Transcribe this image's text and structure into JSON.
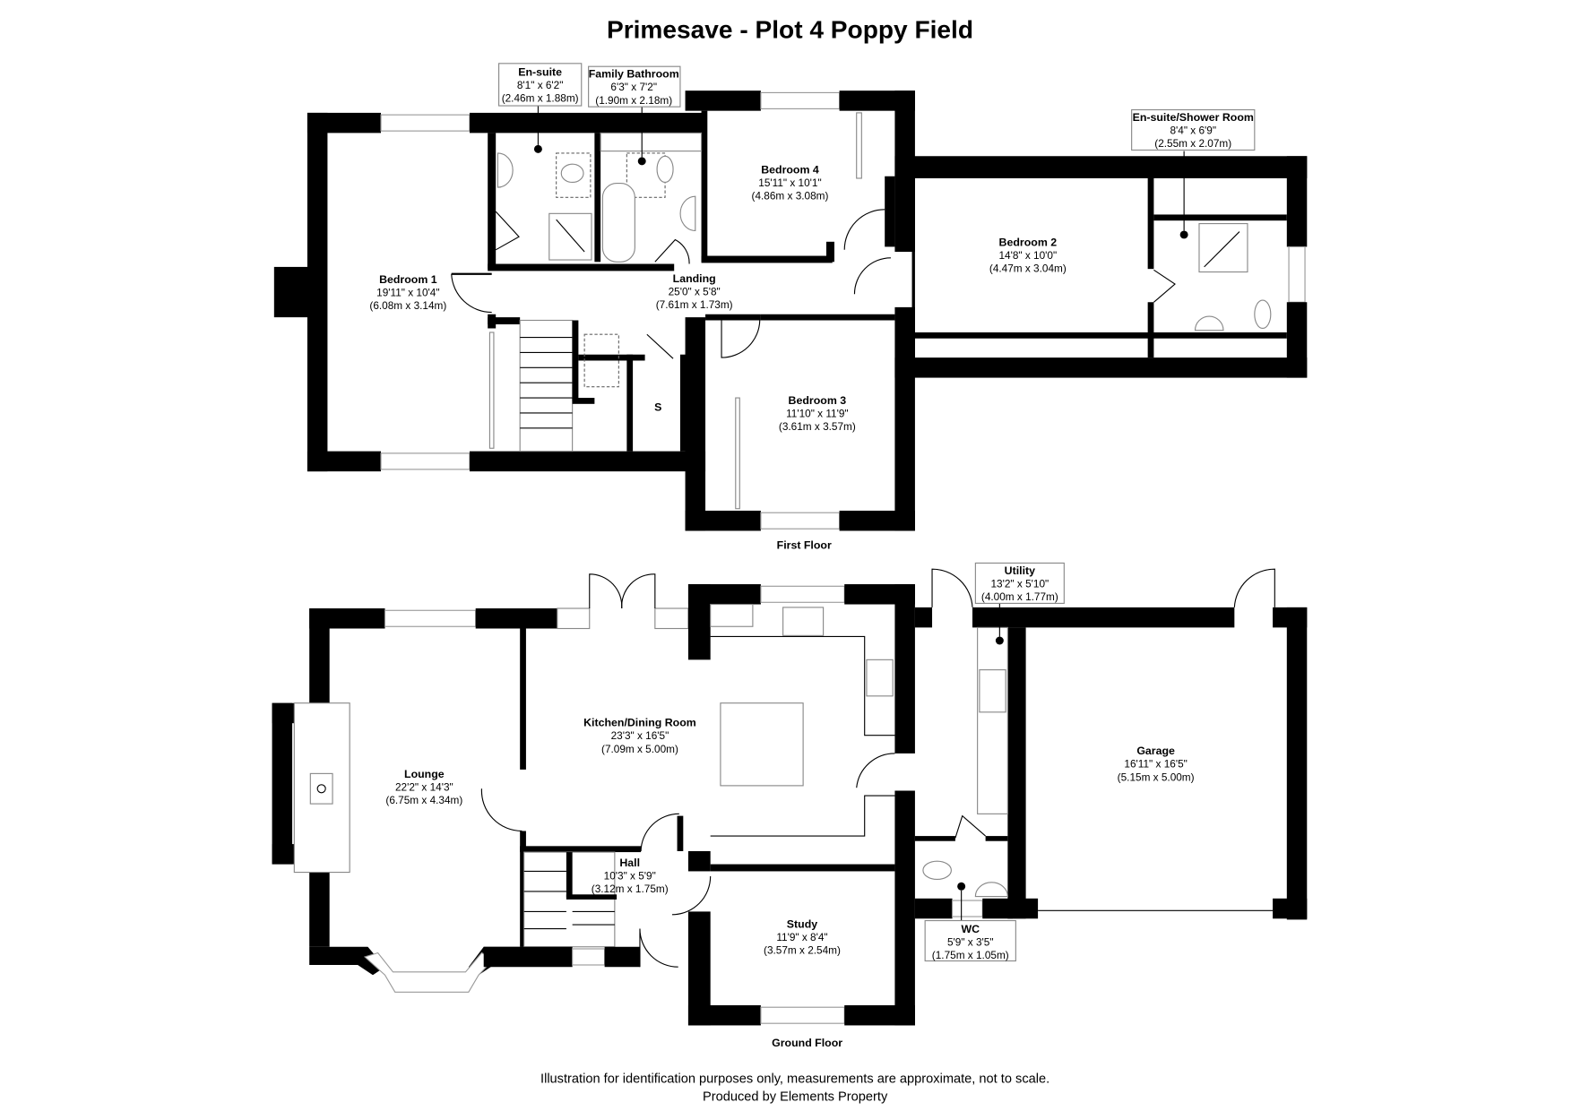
{
  "title": "Primesave - Plot 4 Poppy Field",
  "first_floor": {
    "label": "First Floor",
    "rooms": [
      {
        "name": "Bedroom 1",
        "imperial": "19'11\" x 10'4\"",
        "metric": "(6.08m x 3.14m)"
      },
      {
        "name": "En-suite",
        "imperial": "8'1\" x 6'2\"",
        "metric": "(2.46m x 1.88m)"
      },
      {
        "name": "Family Bathroom",
        "imperial": "6'3\" x 7'2\"",
        "metric": "(1.90m x 2.18m)"
      },
      {
        "name": "Bedroom 4",
        "imperial": "15'11\" x 10'1\"",
        "metric": "(4.86m x 3.08m)"
      },
      {
        "name": "Landing",
        "imperial": "25'0\" x 5'8\"",
        "metric": "(7.61m x 1.73m)"
      },
      {
        "name": "Bedroom 2",
        "imperial": "14'8\" x 10'0\"",
        "metric": "(4.47m x 3.04m)"
      },
      {
        "name": "En-suite/Shower Room",
        "imperial": "8'4\" x 6'9\"",
        "metric": "(2.55m x 2.07m)"
      },
      {
        "name": "Bedroom 3",
        "imperial": "11'10\" x 11'9\"",
        "metric": "(3.61m x 3.57m)"
      }
    ],
    "store_label": "S"
  },
  "ground_floor": {
    "label": "Ground Floor",
    "rooms": [
      {
        "name": "Lounge",
        "imperial": "22'2\" x 14'3\"",
        "metric": "(6.75m x 4.34m)"
      },
      {
        "name": "Kitchen/Dining Room",
        "imperial": "23'3\" x 16'5\"",
        "metric": "(7.09m x 5.00m)"
      },
      {
        "name": "Hall",
        "imperial": "10'3\" x 5'9\"",
        "metric": "(3.12m x 1.75m)"
      },
      {
        "name": "Study",
        "imperial": "11'9\" x 8'4\"",
        "metric": "(3.57m x 2.54m)"
      },
      {
        "name": "Utility",
        "imperial": "13'2\" x 5'10\"",
        "metric": "(4.00m x 1.77m)"
      },
      {
        "name": "WC",
        "imperial": "5'9\" x 3'5\"",
        "metric": "(1.75m x 1.05m)"
      },
      {
        "name": "Garage",
        "imperial": "16'11\" x 16'5\"",
        "metric": "(5.15m x 5.00m)"
      }
    ]
  },
  "footer": {
    "disclaimer": "Illustration for identification purposes only, measurements are approximate, not to scale.",
    "credit": "Produced by Elements Property"
  }
}
